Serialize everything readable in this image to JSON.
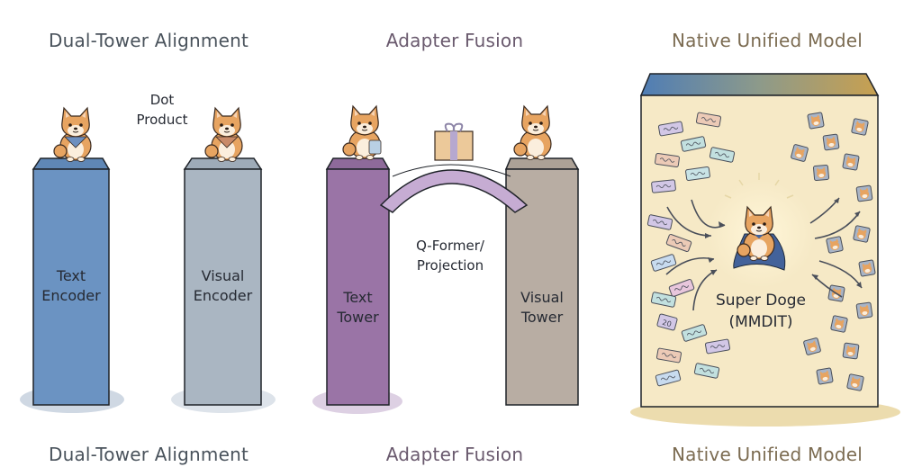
{
  "panels": [
    {
      "title": "Dual-Tower Alignment",
      "caption": "Dual-Tower Alignment",
      "connector_label": [
        "Dot",
        "Product"
      ],
      "towers": [
        {
          "label": [
            "Text",
            "Encoder"
          ],
          "color": "#6b93c2",
          "top_color": "#5f87b6",
          "mascot_scarf": "#6d8fbf"
        },
        {
          "label": [
            "Visual",
            "Encoder"
          ],
          "color": "#aab6c2",
          "top_color": "#9eabb8",
          "mascot_scarf": "#c98a68"
        }
      ],
      "title_color": "#4a535c"
    },
    {
      "title": "Adapter Fusion",
      "caption": "Adapter Fusion",
      "connector_label": [
        "Q-Former/",
        "Projection"
      ],
      "bridge_item": "gift-box",
      "towers": [
        {
          "label": [
            "Text",
            "Tower"
          ],
          "color": "#9a74a6",
          "top_color": "#8e6a9a",
          "mascot_scarf": "#8aa3c2"
        },
        {
          "label": [
            "Visual",
            "Tower"
          ],
          "color": "#b8ada3",
          "top_color": "#aca196",
          "mascot_scarf": "#c98a68"
        }
      ],
      "bridge_color": "#c6acd3",
      "title_color": "#6a5a6e"
    },
    {
      "title": "Native Unified Model",
      "caption": "Native Unified Model",
      "center_label": [
        "Super Doge",
        "(MMDIT)"
      ],
      "token_chip_text": "20",
      "box_fill": "#f6e9c6",
      "top_gradient": [
        "#4f7db5",
        "#c8a050"
      ],
      "title_color": "#7c6c52"
    }
  ]
}
